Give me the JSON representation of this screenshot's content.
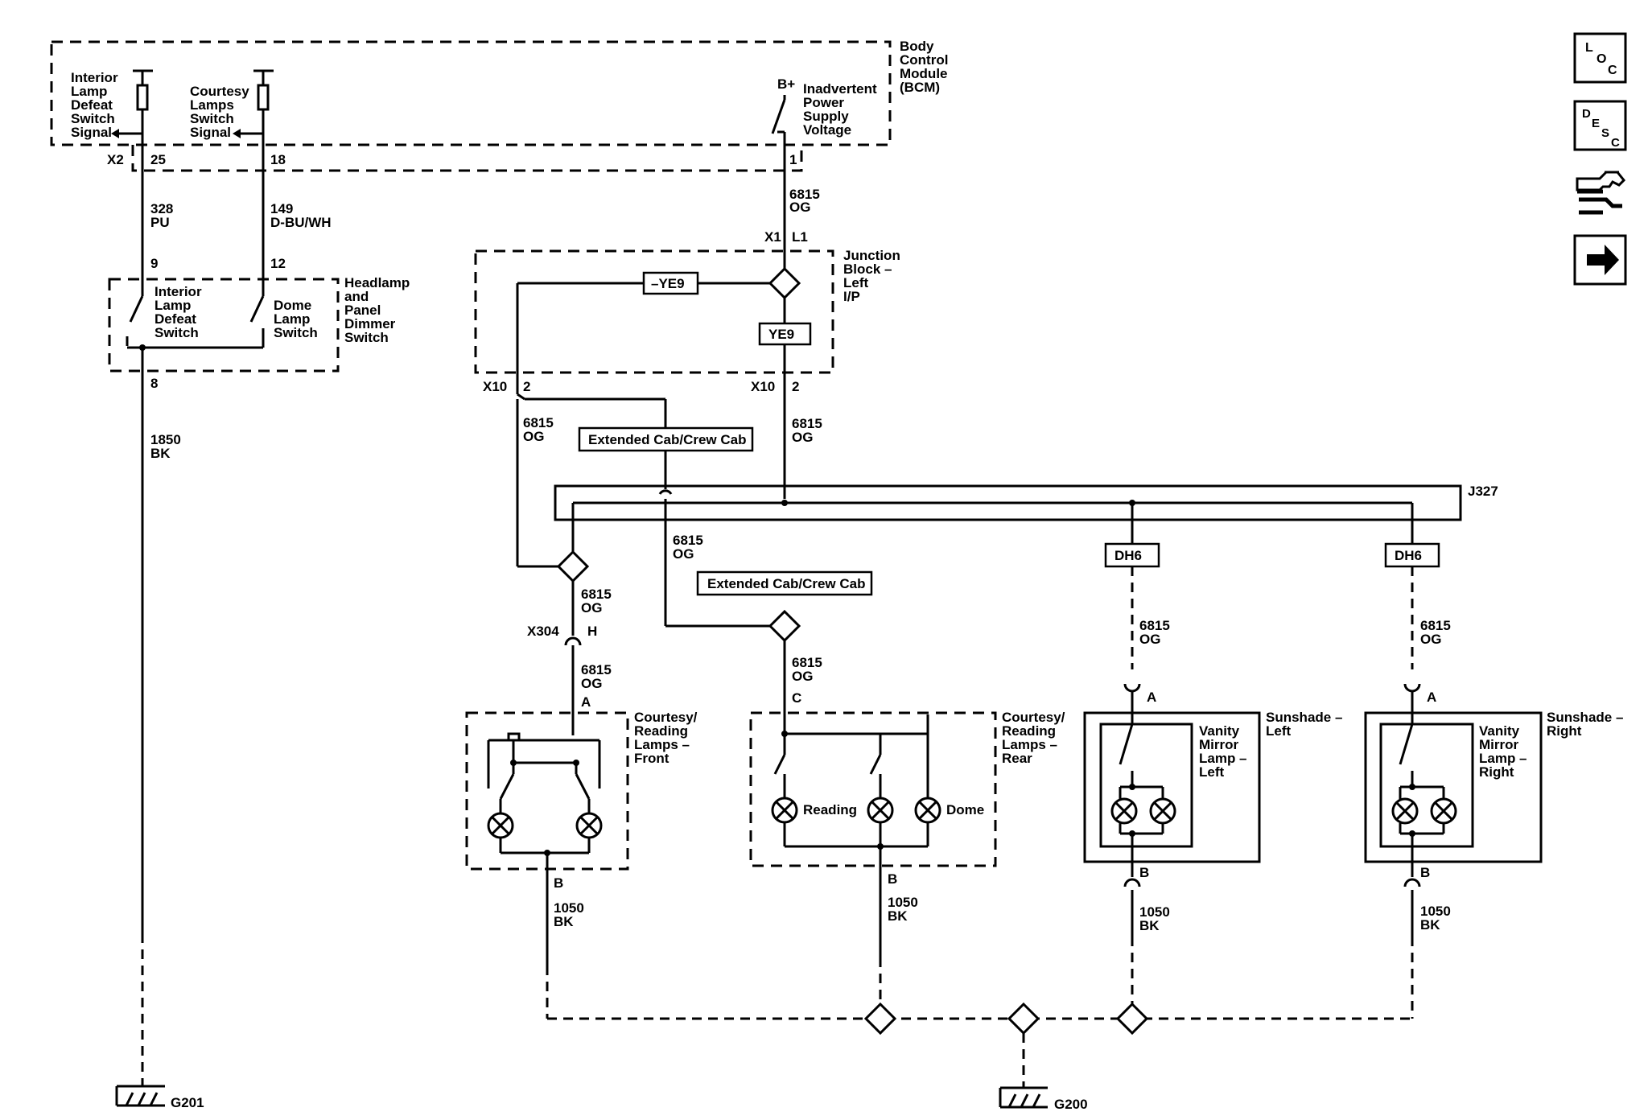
{
  "bcm": {
    "title": "Body",
    "line2": "Control",
    "line3": "Module",
    "line4": "(BCM)"
  },
  "signals": {
    "interior_defeat": [
      "Interior",
      "Lamp",
      "Defeat",
      "Switch",
      "Signal"
    ],
    "courtesy": [
      "Courtesy",
      "Lamps",
      "Switch",
      "Signal"
    ],
    "bplus": "B+",
    "inadvertent": [
      "Inadvertent",
      "Power",
      "Supply",
      "Voltage"
    ]
  },
  "connectors": {
    "x2": "X2",
    "x1": "X1",
    "l1": "L1",
    "x10a": "X10",
    "x10b": "X10",
    "x304": "X304",
    "j327": "J327",
    "p25": "25",
    "p18": "18",
    "p1": "1",
    "p9": "9",
    "p12": "12",
    "p8": "8",
    "p2a": "2",
    "p2b": "2",
    "pH": "H",
    "pA1": "A",
    "pC": "C",
    "pA2": "A",
    "pA3": "A",
    "pB1": "B",
    "pB2": "B",
    "pB3": "B",
    "pB4": "B"
  },
  "wires": {
    "w328": "328",
    "pu": "PU",
    "w149": "149",
    "dbu": "D-BU/WH",
    "w1850": "1850",
    "bk1": "BK",
    "w6815": "6815",
    "og": "OG",
    "w1050": "1050",
    "bk": "BK"
  },
  "components": {
    "dimmer": [
      "Headlamp",
      "and",
      "Panel",
      "Dimmer",
      "Switch"
    ],
    "interior_defeat_sw": [
      "Interior",
      "Lamp",
      "Defeat",
      "Switch"
    ],
    "dome_sw": [
      "Dome",
      "Lamp",
      "Switch"
    ],
    "junction": [
      "Junction",
      "Block –",
      "Left",
      "I/P"
    ],
    "front": [
      "Courtesy/",
      "Reading",
      "Lamps –",
      "Front"
    ],
    "rear": [
      "Courtesy/",
      "Reading",
      "Lamps –",
      "Rear"
    ],
    "reading": "Reading",
    "dome": "Dome",
    "sunshade_left": [
      "Sunshade –",
      "Left"
    ],
    "sunshade_right": [
      "Sunshade –",
      "Right"
    ],
    "vanity_left": [
      "Vanity",
      "Mirror",
      "Lamp –",
      "Left"
    ],
    "vanity_right": [
      "Vanity",
      "Mirror",
      "Lamp –",
      "Right"
    ]
  },
  "options": {
    "not_ye9": "–YE9",
    "ye9": "YE9",
    "ext_cab_1": "Extended Cab/Crew Cab",
    "ext_cab_2": "Extended Cab/Crew Cab",
    "dh6_left": "DH6",
    "dh6_right": "DH6"
  },
  "grounds": {
    "g201": "G201",
    "g200": "G200"
  },
  "nav_icons": {
    "loc": {
      "main": "L",
      "mid": "O",
      "sub": "C"
    },
    "desc": {
      "main": "D",
      "mid": "E",
      "sub": "S",
      "end": "C"
    },
    "icon3": "connector-tools-icon",
    "icon4": "arrow-right-icon"
  }
}
